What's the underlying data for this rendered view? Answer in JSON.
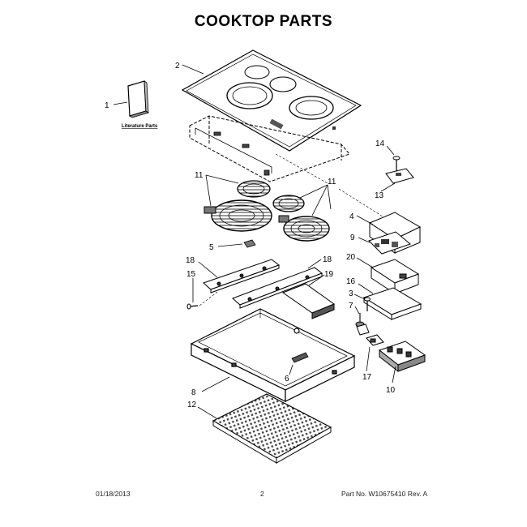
{
  "title": "COOKTOP PARTS",
  "literature_label": "Literature Parts",
  "callouts": {
    "c1": "1",
    "c2": "2",
    "c3": "3",
    "c4": "4",
    "c5": "5",
    "c6": "6",
    "c7": "7",
    "c8": "8",
    "c9": "9",
    "c10": "10",
    "c11": "11",
    "c12": "12",
    "c13": "13",
    "c14": "14",
    "c15": "15",
    "c16": "16",
    "c17": "17",
    "c18": "18",
    "c19": "19",
    "c20": "20"
  },
  "footer": {
    "date": "01/18/2013",
    "page": "2",
    "part_no": "Part No. W10675410  Rev. A"
  },
  "colors": {
    "line": "#000000",
    "paper": "#ffffff",
    "hatch": "#555555"
  }
}
